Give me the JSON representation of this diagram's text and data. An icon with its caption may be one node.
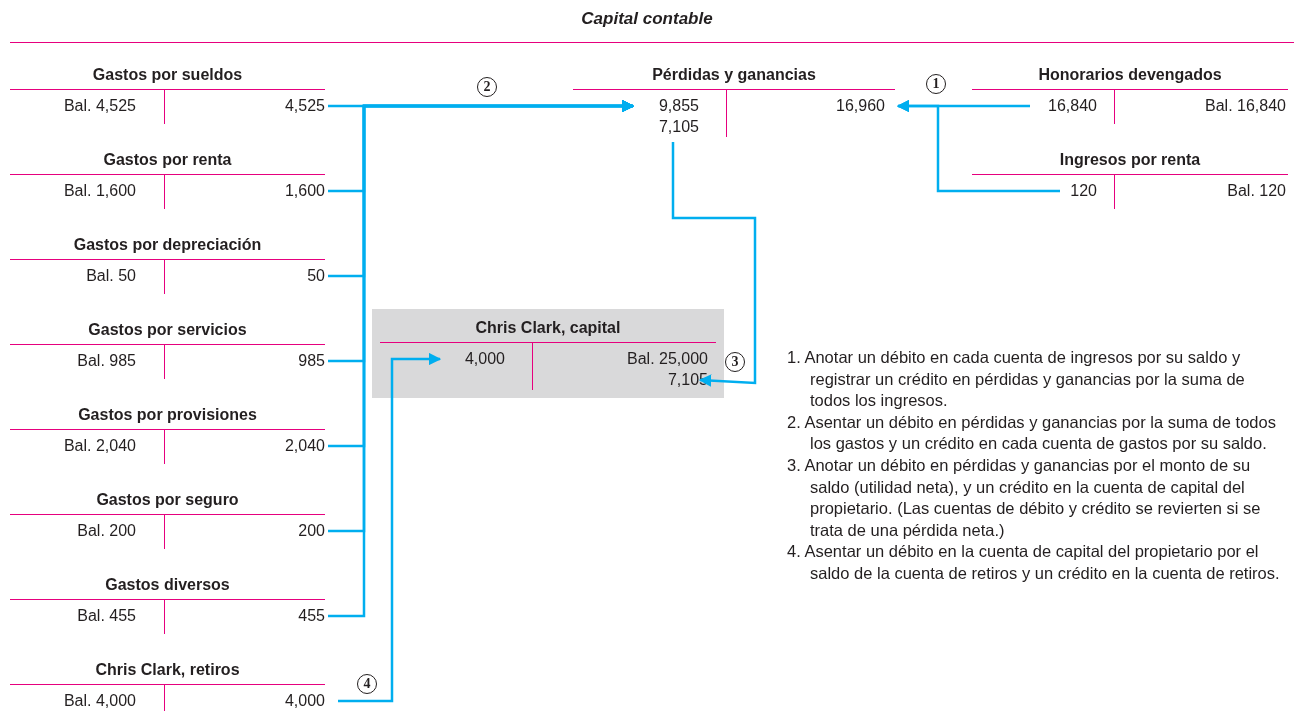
{
  "diagram": {
    "title": "Capital contable",
    "nodes": [
      {
        "text": [
          "Gastos por sueldos",
          "Bal. 4,525",
          "4,525"
        ]
      },
      {
        "text": [
          "Pérdidas y ganancias",
          "9,855",
          "7,105",
          "16,960"
        ]
      },
      {
        "text": [
          "Honorarios devengados",
          "16,840",
          "Bal. 16,840"
        ]
      },
      {
        "text": [
          "Gastos por renta",
          "Bal. 1,600",
          "1,600"
        ]
      },
      {
        "text": [
          "Ingresos por renta",
          "120",
          "Bal. 120"
        ]
      },
      {
        "text": [
          "Gastos por depreciación",
          "Bal. 50",
          "50"
        ]
      },
      {
        "text": [
          "Gastos por servicios",
          "Bal. 985",
          "985"
        ]
      },
      {
        "text": [
          "Chris Clark, capital",
          "4,000",
          "Bal. 25,000",
          "7,105"
        ]
      },
      {
        "text": [
          "Gastos por provisiones",
          "Bal. 2,040",
          "2,040"
        ]
      },
      {
        "text": [
          "Gastos por seguro",
          "Bal. 200",
          "200"
        ]
      },
      {
        "text": [
          "Gastos diversos",
          "Bal. 455",
          "455"
        ]
      },
      {
        "text": [
          "Chris Clark, retiros",
          "Bal. 4,000",
          "4,000"
        ]
      }
    ],
    "edges": [
      {
        "from": 2,
        "to": 1,
        "arrow": "to",
        "label": "1"
      },
      {
        "from": 4,
        "to": 1,
        "arrow": "to"
      },
      {
        "from": 0,
        "to": 1,
        "arrow": "to",
        "label": "2"
      },
      {
        "from": 3,
        "to": 1,
        "arrow": "to"
      },
      {
        "from": 5,
        "to": 1,
        "arrow": "to"
      },
      {
        "from": 6,
        "to": 1,
        "arrow": "to"
      },
      {
        "from": 8,
        "to": 1,
        "arrow": "to"
      },
      {
        "from": 9,
        "to": 1,
        "arrow": "to"
      },
      {
        "from": 10,
        "to": 1,
        "arrow": "to"
      },
      {
        "from": 1,
        "to": 7,
        "arrow": "to",
        "label": "3"
      },
      {
        "from": 11,
        "to": 7,
        "arrow": "to",
        "label": "4"
      }
    ],
    "labels": [
      "1. Anotar un débito en cada cuenta de ingresos por su saldo y registrar un crédito en pérdidas y ganancias por la suma de todos los ingresos.",
      "2. Asentar un débito en pérdidas y ganancias por la suma de todos los gastos y un crédito en cada cuenta de gastos por su saldo.",
      "3. Anotar un débito en pérdidas y ganancias por el monto de su saldo (utilidad neta), y un crédito en la cuenta de capital del propietario. (Las cuentas de débito y crédito se revierten si se trata de una pérdida neta.)",
      "4. Asentar un débito en la cuenta de capital del propietario por el saldo de la cuenta de retiros y un crédito en la cuenta de retiros."
    ]
  }
}
